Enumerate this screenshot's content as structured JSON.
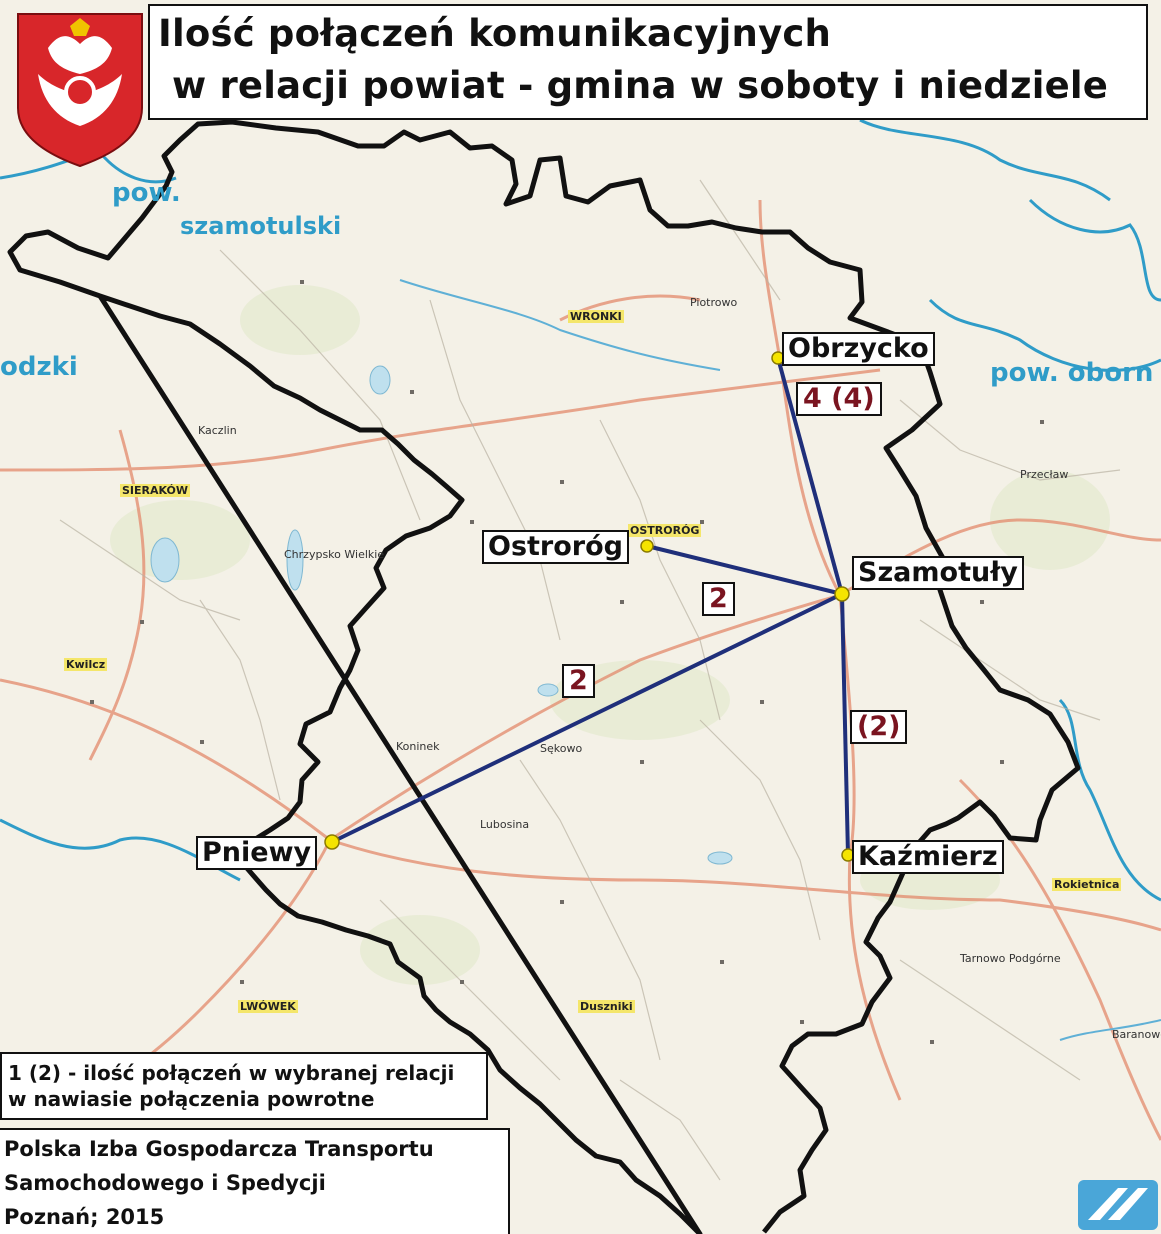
{
  "title": {
    "line1": "Ilość połączeń komunikacyjnych",
    "line2": "w relacji powiat - gmina w soboty i niedziele"
  },
  "regions": {
    "szamotulski_a": "pow.",
    "szamotulski_b": "szamotulski",
    "left": "odzki",
    "right": "pow. oborn"
  },
  "cities": {
    "obrzycko": "Obrzycko",
    "ostrorog": "Ostroróg",
    "szamotuly": "Szamotuły",
    "pniewy": "Pniewy",
    "kazmierz": "Kaźmierz"
  },
  "counts": {
    "obrzycko": "4 (4)",
    "ostrorog": "2",
    "pniewy": "2",
    "kazmierz": "(2)"
  },
  "towns": {
    "wronki": "WRONKI",
    "sierakow": "SIERAKÓW",
    "lwowek": "LWÓWEK",
    "kwilcz": "Kwilcz",
    "ostrorog_small": "OSTRORÓG",
    "dusznik": "Duszniki",
    "rokietnica": "Rokietnica",
    "chrzypsko": "Chrzypsko Wielkie",
    "piotrowo": "Piotrowo",
    "kaczlin": "Kaczlin",
    "lubosina": "Lubosina",
    "koninek": "Koninek",
    "sekowo": "Sękowo",
    "baranowo": "Baranowo",
    "przecław": "Przecław",
    "tarnowo": "Tarnowo Podgórne"
  },
  "legend": {
    "line1": "1 (2) - ilość połączeń w wybranej relacji",
    "line2": "w nawiasie połączenia powrotne"
  },
  "footer": {
    "line1": "Polska Izba Gospodarcza Transportu",
    "line2": "Samochodowego i Spedycji",
    "line3": "Poznań; 2015"
  },
  "colors": {
    "route": "#1f2f7a",
    "border": "#111111",
    "count_text": "#7a1420",
    "river": "#2f9cc8",
    "road": "#e38a6c",
    "node": "#f5e400"
  }
}
